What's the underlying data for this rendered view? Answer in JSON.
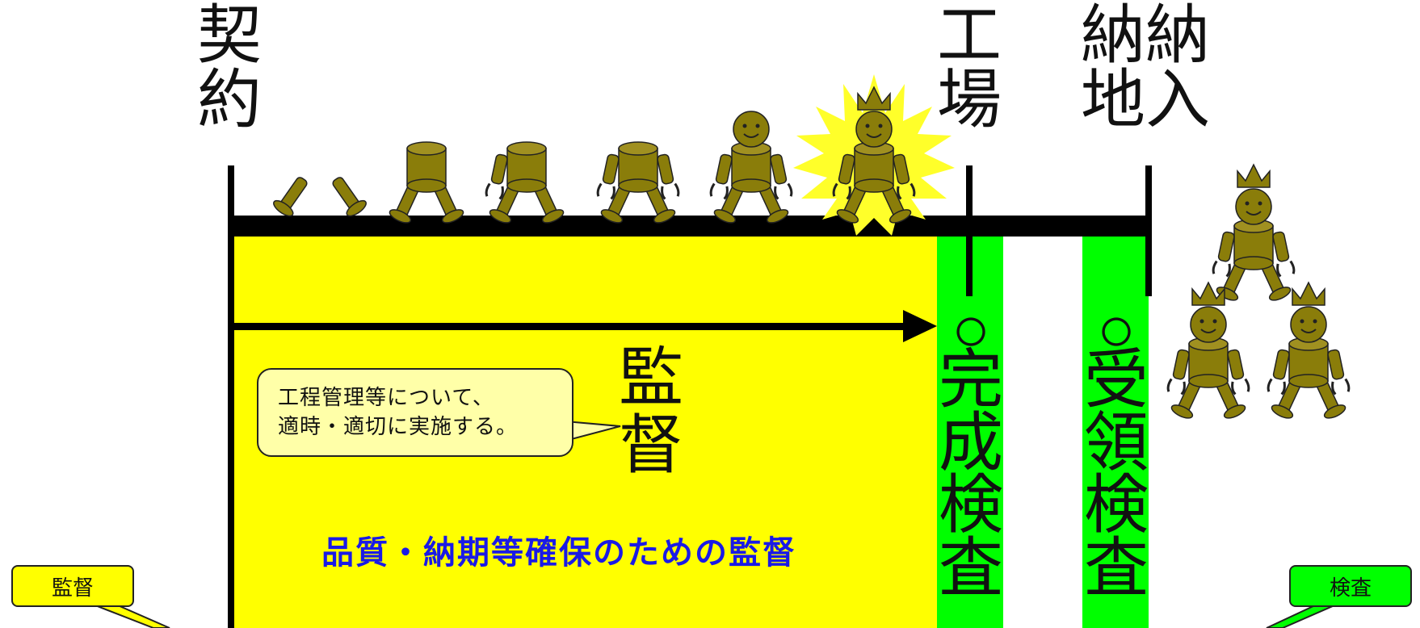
{
  "milestones": {
    "contract": "契\n約",
    "factory": "工\n場",
    "delivery_col1": "納\n地",
    "delivery_col2": "納\n入"
  },
  "supervision": {
    "label": "監\n督",
    "caption": "品質・納期等確保のための監督",
    "callout": "工程管理等について、\n適時・適切に実施する。"
  },
  "inspections": {
    "completion_marker": "○",
    "completion": "完\n成\n検\n査",
    "acceptance_marker": "○",
    "acceptance": "受\n領\n検\n査"
  },
  "tags": {
    "supervision_tag": "監督",
    "inspection_tag": "検査"
  },
  "colors": {
    "supervision_area": "#ffff00",
    "inspection_band": "#00ff00",
    "robot_body": "#8a7d0a",
    "highlight_burst": "#ffff2a"
  },
  "icons": {
    "robot_stages": [
      "robot-legs-icon",
      "robot-body-legs-icon",
      "robot-body-arm-icon",
      "robot-body-arms-icon",
      "robot-head-icon",
      "robot-complete-highlight-icon"
    ],
    "delivered": [
      "robot-complete-icon",
      "robot-complete-icon",
      "robot-complete-icon"
    ]
  }
}
